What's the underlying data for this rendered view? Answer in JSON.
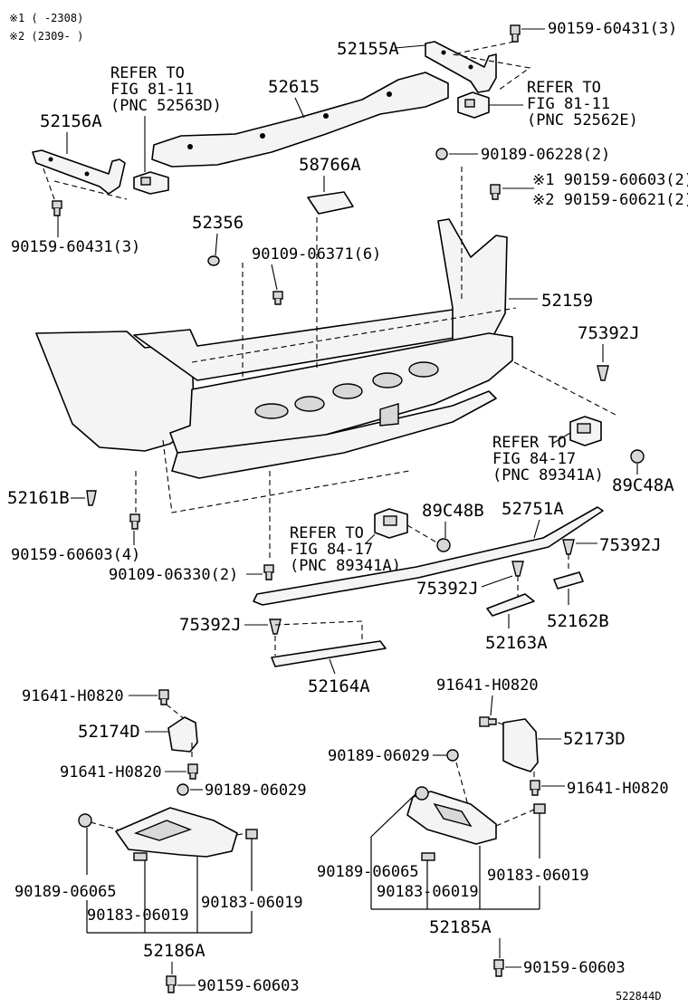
{
  "notes": {
    "note1": "※1 (   -2308)",
    "note2": "※2 (2309-   )"
  },
  "labels": {
    "p52155A": "52155A",
    "p90159_60431_3_top": "90159-60431(3)",
    "p52615": "52615",
    "refer_81_11_left": [
      "REFER TO",
      "FIG 81-11",
      "(PNC 52563D)"
    ],
    "refer_81_11_right": [
      "REFER TO",
      "FIG 81-11",
      "(PNC 52562E)"
    ],
    "p52156A": "52156A",
    "p90189_06228_2": "90189-06228(2)",
    "p58766A": "58766A",
    "p90159_60603_2": "※1 90159-60603(2)",
    "p90159_60621_2": "※2 90159-60621(2)",
    "p52356": "52356",
    "p90109_06371_6": "90109-06371(6)",
    "p90159_60431_3_left": "90159-60431(3)",
    "p52159": "52159",
    "p75392J_a": "75392J",
    "refer_84_17_right": [
      "REFER TO",
      "FIG 84-17",
      "(PNC 89341A)"
    ],
    "p89C48A": "89C48A",
    "p52161B": "52161B",
    "p89C48B": "89C48B",
    "p52751A": "52751A",
    "p90159_60603_4": "90159-60603(4)",
    "refer_84_17_left": [
      "REFER TO",
      "FIG 84-17",
      "(PNC 89341A)"
    ],
    "p90109_06330_2": "90109-06330(2)",
    "p75392J_b": "75392J",
    "p75392J_c": "75392J",
    "p52162B": "52162B",
    "p52163A": "52163A",
    "p75392J_d": "75392J",
    "p52164A": "52164A",
    "p91641_H0820_a": "91641-H0820",
    "p52174D": "52174D",
    "p91641_H0820_b": "91641-H0820",
    "p90189_06029_a": "90189-06029",
    "p90189_06065_a": "90189-06065",
    "p90183_06019_a": "90183-06019",
    "p90183_06019_b": "90183-06019",
    "p52186A": "52186A",
    "p90159_60603_a": "90159-60603",
    "p91641_H0820_c": "91641-H0820",
    "p52173D": "52173D",
    "p90189_06029_b": "90189-06029",
    "p91641_H0820_d": "91641-H0820",
    "p90189_06065_b": "90189-06065",
    "p90183_06019_c": "90183-06019",
    "p90183_06019_d": "90183-06019",
    "p52185A": "52185A",
    "p90159_60603_b": "90159-60603"
  },
  "figure_id": "522844D"
}
